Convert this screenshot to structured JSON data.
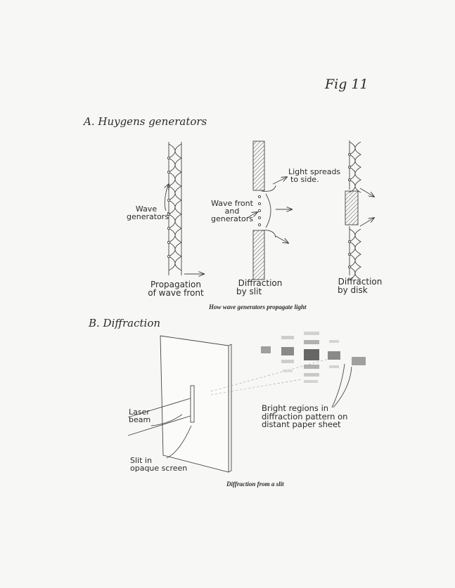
{
  "figure_label": "Fig 11",
  "section_a": {
    "title": "A. Huygens generators",
    "labels": {
      "wave_generators": [
        "Wave",
        "generators"
      ],
      "propagation": [
        "Propagation",
        "of wave front"
      ],
      "light_spreads": [
        "Light spreads",
        "to side."
      ],
      "wave_front": [
        "Wave front",
        "and",
        "generators"
      ],
      "diffraction_slit": [
        "Diffraction",
        "by slit"
      ],
      "diffraction_disk": [
        "Diffraction",
        "by disk"
      ]
    },
    "caption": "How wave generators propagate light"
  },
  "section_b": {
    "title": "B. Diffraction",
    "labels": {
      "laser_beam": [
        "Laser",
        "beam"
      ],
      "slit": [
        "Slit in",
        "opaque screen"
      ],
      "bright_regions": [
        "Bright regions in",
        "diffraction pattern on",
        "distant paper sheet"
      ]
    },
    "caption": "Diffraction from a slit"
  }
}
